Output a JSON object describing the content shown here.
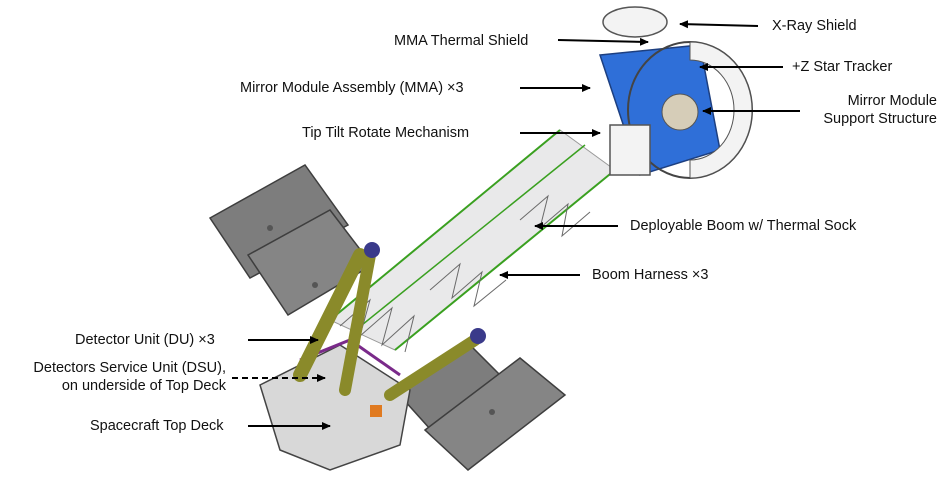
{
  "labels": {
    "xray_shield": "X-Ray Shield",
    "mma_thermal_shield": "MMA Thermal Shield",
    "star_tracker": "+Z Star Tracker",
    "mma": "Mirror Module Assembly (MMA) ×3",
    "mirror_support_line1": "Mirror Module",
    "mirror_support_line2": "Support Structure",
    "tip_tilt": "Tip Tilt Rotate Mechanism",
    "boom": "Deployable Boom w/ Thermal Sock",
    "boom_harness": "Boom Harness ×3",
    "detector_unit": "Detector Unit (DU) ×3",
    "dsu_line1": "Detectors Service Unit (DSU),",
    "dsu_line2": "on underside of Top Deck",
    "top_deck": "Spacecraft Top Deck"
  },
  "colors": {
    "panel": "#7d7d7d",
    "panel_edge": "#3e3e3e",
    "strut": "#8a8a2a",
    "boom_green": "#3aa020",
    "structure_blue": "#2f6fd8",
    "shield_white": "#f3f3f3"
  }
}
